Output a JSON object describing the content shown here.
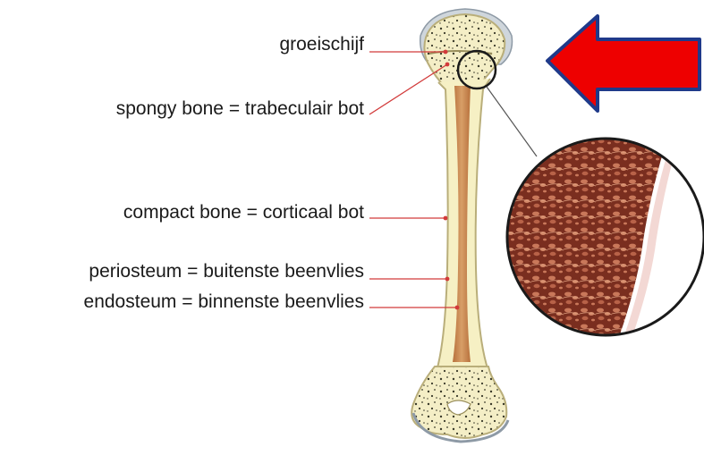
{
  "labels": {
    "growth_plate": "groeischijf",
    "spongy_bone": "spongy bone = trabeculair bot",
    "compact_bone": "compact bone = corticaal bot",
    "periosteum": "periosteum = buitenste beenvlies",
    "endosteum": "endosteum = binnenste beenvlies"
  },
  "colors": {
    "bone_fill": "#f6f0c4",
    "bone_outline": "#b9ae7a",
    "marrow": "#c8824a",
    "leader_line": "#d23a3a",
    "arrow_fill": "#ee0000",
    "arrow_outline": "#1f3a8a",
    "zoom_tissue": "#8a3a28",
    "cartilage": "#cfd6dc"
  },
  "icons": {
    "arrow": "left-arrow-icon",
    "zoom_circle": "magnifier-circle"
  }
}
